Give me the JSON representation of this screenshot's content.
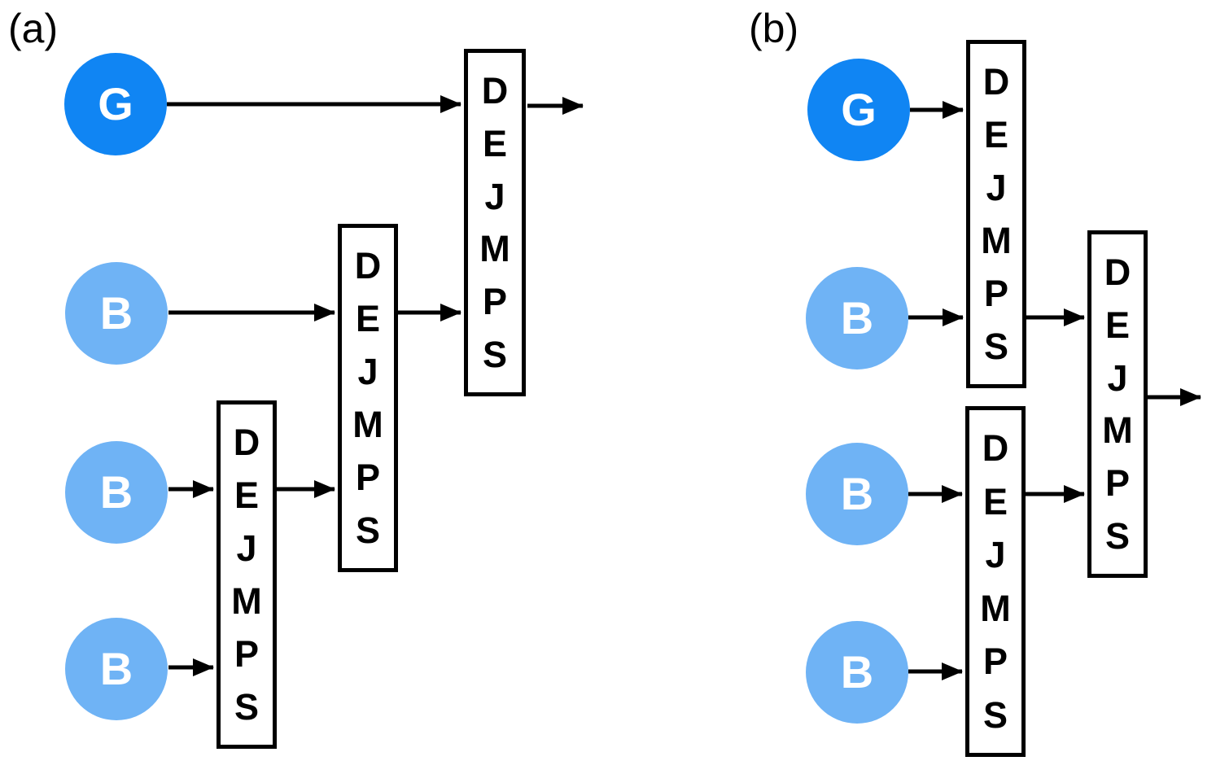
{
  "panels": {
    "a": {
      "label": "(a)",
      "nodes": [
        {
          "label": "G"
        },
        {
          "label": "B"
        },
        {
          "label": "B"
        },
        {
          "label": "B"
        }
      ]
    },
    "b": {
      "label": "(b)",
      "nodes": [
        {
          "label": "G"
        },
        {
          "label": "B"
        },
        {
          "label": "B"
        },
        {
          "label": "B"
        }
      ]
    }
  },
  "box_letters": [
    "D",
    "E",
    "J",
    "M",
    "P",
    "S"
  ],
  "colors": {
    "g_circle": "#1085f3",
    "b_circle": "#6fb3f5",
    "line": "#000000",
    "box_background": "#ffffff",
    "node_text": "#ffffff"
  }
}
